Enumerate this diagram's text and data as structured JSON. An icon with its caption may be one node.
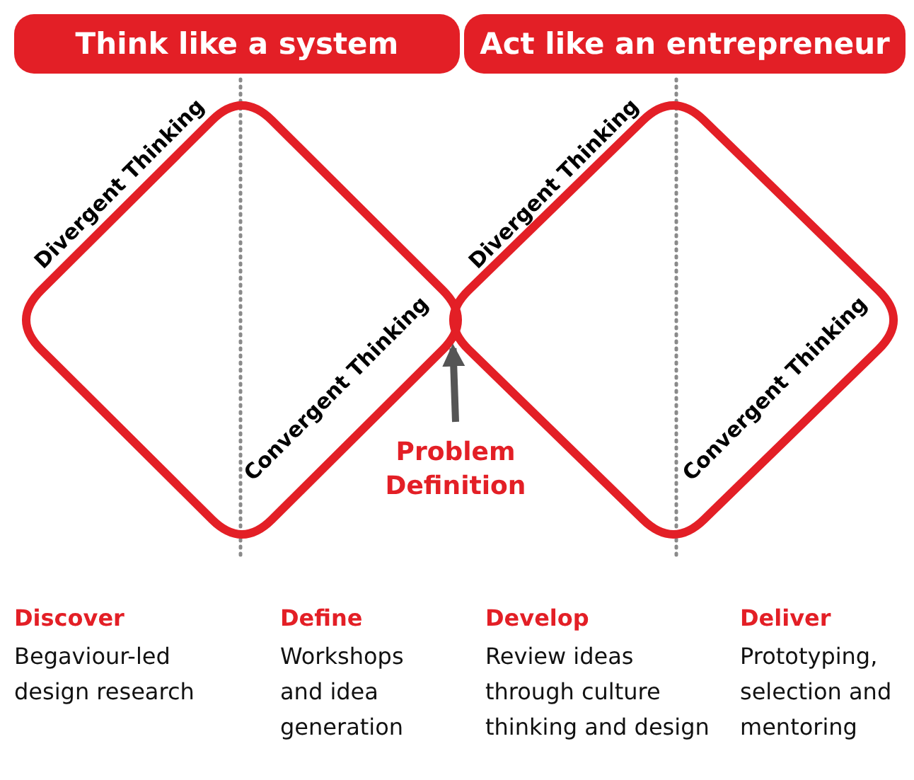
{
  "diagram": {
    "nodes": [
      {
        "text": [
          "Think like a system"
        ]
      },
      {
        "text": [
          "Act like an entrepreneur"
        ]
      },
      {
        "text": [],
        "shape": "diamond"
      },
      {
        "text": [],
        "shape": "diamond"
      },
      {
        "text": [
          "Problem Definition"
        ]
      }
    ],
    "edges": [
      {
        "from": 4,
        "to": 2,
        "arrow": "to"
      }
    ],
    "labels": [
      "Divergent Thinking",
      "Convergent Thinking",
      "Divergent Thinking",
      "Convergent Thinking",
      "Discover",
      "Begaviour-led design research",
      "Define",
      "Workshops and idea generation",
      "Develop",
      "Review ideas through culture thinking and design",
      "Deliver",
      "Prototyping, selection and mentoring"
    ]
  }
}
